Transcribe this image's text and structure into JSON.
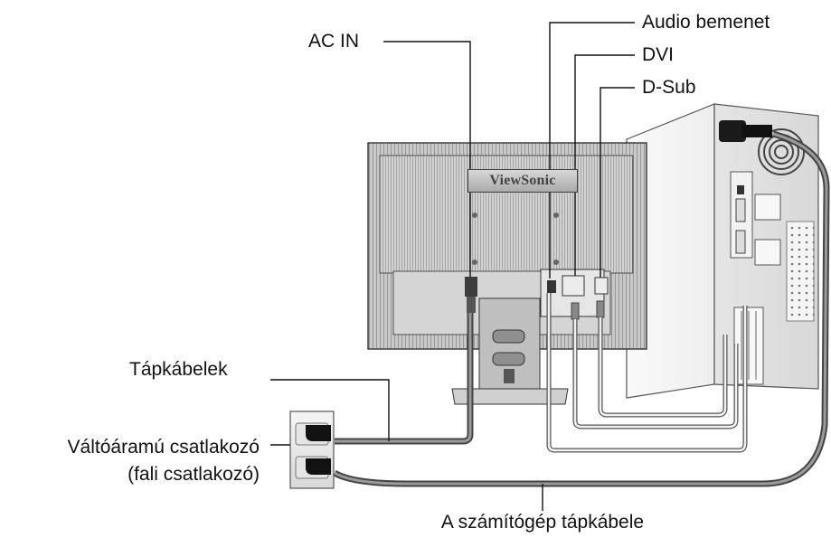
{
  "labels": {
    "ac_in": "AC IN",
    "audio_input": "Audio bemenet",
    "dvi": "DVI",
    "d_sub": "D-Sub",
    "power_cables": "Tápkábelek",
    "ac_outlet_line1": "Váltóáramú csatlakozó",
    "ac_outlet_line2": "(fali csatlakozó)",
    "pc_power_cable": "A számítógép tápkábele"
  },
  "brand": "ViewSonic",
  "icons": {
    "monitor": "monitor-back-icon",
    "computer": "computer-tower-icon",
    "outlet": "wall-outlet-icon",
    "plug": "power-plug-icon"
  },
  "colors": {
    "lines": "#111111",
    "monitor_fill": "#c8c8c8",
    "monitor_dark": "#555555",
    "cable_outline": "#444444",
    "computer_fill": "#f2f2f2"
  }
}
